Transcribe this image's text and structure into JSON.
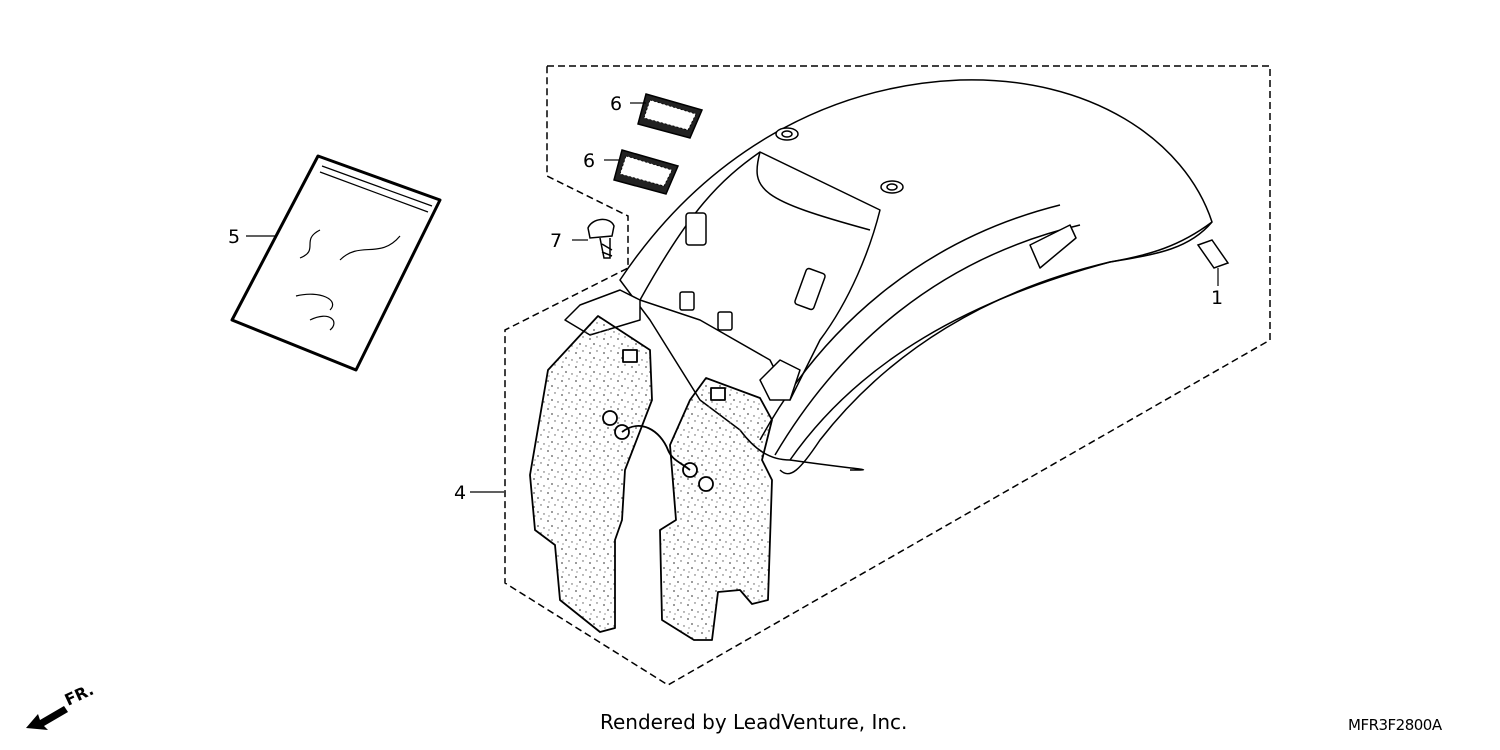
{
  "diagram": {
    "callouts": [
      {
        "id": "1",
        "label": "1"
      },
      {
        "id": "4",
        "label": "4"
      },
      {
        "id": "5",
        "label": "5"
      },
      {
        "id": "6a",
        "label": "6"
      },
      {
        "id": "6b",
        "label": "6"
      },
      {
        "id": "7",
        "label": "7"
      }
    ],
    "direction_label": "FR."
  },
  "footer": {
    "credit": "Rendered by LeadVenture, Inc.",
    "diagram_code": "MFR3F2800A"
  },
  "colors": {
    "line": "#000000",
    "background": "#ffffff",
    "speckle": "#555555"
  }
}
